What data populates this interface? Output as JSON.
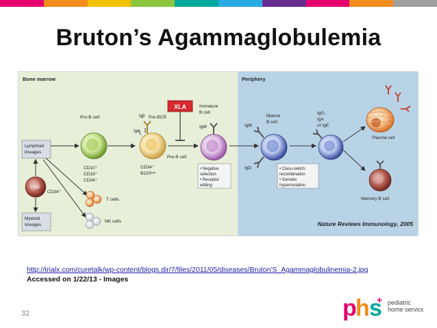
{
  "slide": {
    "title": "Bruton’s Agammaglobulemia",
    "page_number": "32",
    "source_url": "http://trialx.com/curetalk/wp-content/blogs.dir/7/files/2011/05/diseases/Bruton'S_Agammaglobulinemia-2.jpg",
    "accessed": "Accessed on 1/22/13 - Images",
    "top_bar_colors": [
      "#e4006d",
      "#f28c1c",
      "#f2c200",
      "#8cc63f",
      "#00a99d",
      "#29abe2",
      "#662d91",
      "#e4006d",
      "#f28c1c",
      "#9e9e9e"
    ]
  },
  "figure": {
    "bone_marrow_label": "Bone marrow",
    "periphery_label": "Periphery",
    "xla_label": "XLA",
    "credit": "Nature Reviews Immunology, 2005",
    "lymphoid_lineages": "Lymphoid\nlineages",
    "myeloid_lineages": "Myeloid\nlineages",
    "hsc": "HSC",
    "cd34_hsc": "CD34⁺",
    "pro_b_cell": "Pro-B cell",
    "pro_b_markers": [
      "CD10⁺",
      "CD19⁺",
      "CD34⁺"
    ],
    "igb": "Igβ",
    "iga": "Igα",
    "pre_bcr": "Pre-BCR",
    "pre_b_cell": "Pre-B cell",
    "pre_b_markers": [
      "CD34⁺",
      "B220ˡᵒʷ"
    ],
    "immature_b_cell": [
      "Immature",
      "B cell"
    ],
    "igm_immature": "IgM",
    "immature_notes": [
      "• Negative",
      "  selection",
      "• Receptor",
      "  editing"
    ],
    "igm_mature": "IgM",
    "igd": "IgD",
    "mature_b_cell": [
      "Mature",
      "B cell"
    ],
    "mature_notes": [
      "• Class-switch",
      "  recombination",
      "• Somatic",
      "  hypermutation"
    ],
    "isotypes": [
      "IgG,",
      "IgA",
      "or IgE"
    ],
    "plasma_cell": "Plasma cell",
    "memory_b_cell": "Memory B cell",
    "t_cells": "T cells",
    "nk_cells": "NK cells"
  },
  "logo": {
    "letters": "phs",
    "line1": "pediatric",
    "line2": "home service",
    "colors": {
      "p": "#e4006d",
      "h": "#f28c1c",
      "s": "#00a99d",
      "plus": "#e4006d"
    }
  }
}
